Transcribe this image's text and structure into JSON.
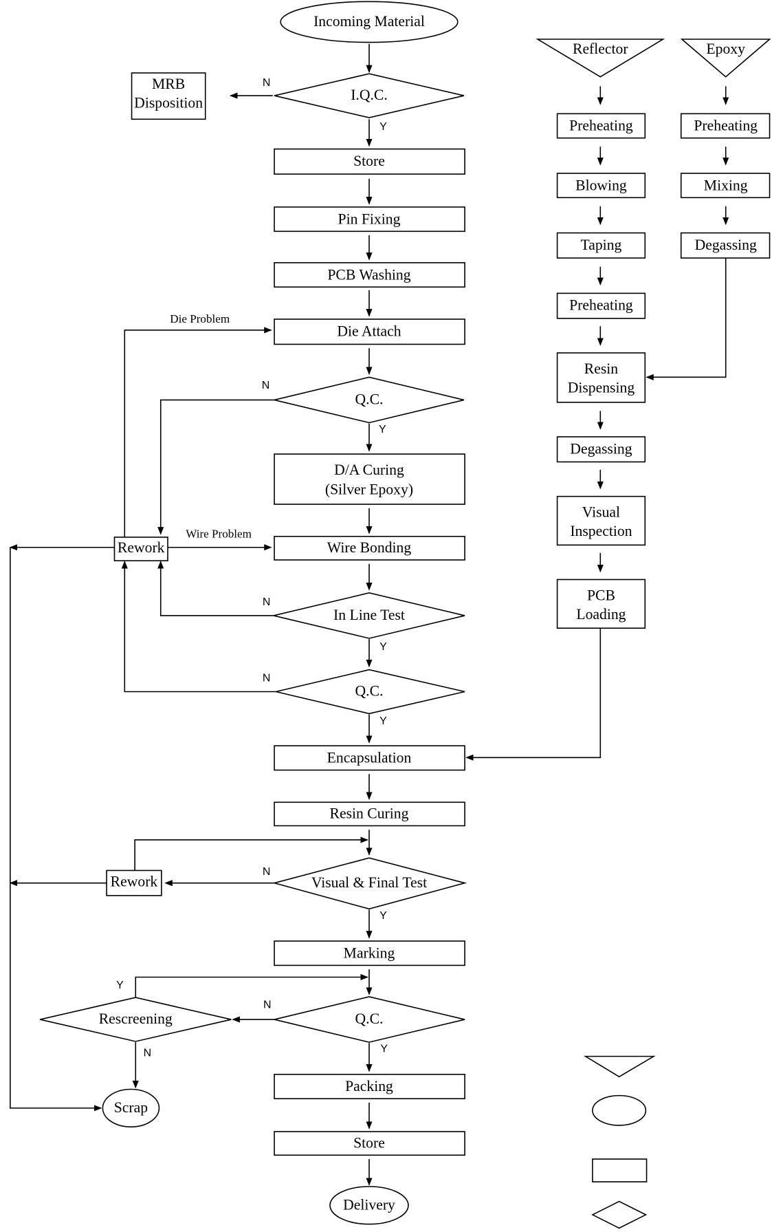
{
  "main": {
    "incoming": "Incoming Material",
    "iqc": "I.Q.C.",
    "mrb_1": "MRB",
    "mrb_2": "Disposition",
    "store_1": "Store",
    "pin_fixing": "Pin Fixing",
    "pcb_washing": "PCB Washing",
    "die_attach": "Die Attach",
    "qc_1": "Q.C.",
    "da_curing_1": "D/A Curing",
    "da_curing_2": "(Silver Epoxy)",
    "wire_bonding": "Wire Bonding",
    "rework_1": "Rework",
    "in_line_test": "In Line Test",
    "qc_2": "Q.C.",
    "encapsulation": "Encapsulation",
    "resin_curing": "Resin Curing",
    "visual_final_test": "Visual & Final Test",
    "rework_2": "Rework",
    "marking": "Marking",
    "qc_3": "Q.C.",
    "rescreening": "Rescreening",
    "scrap": "Scrap",
    "packing": "Packing",
    "store_2": "Store",
    "delivery": "Delivery"
  },
  "labels": {
    "yes": "Y",
    "no": "N",
    "die_problem": "Die Problem",
    "wire_problem": "Wire Problem"
  },
  "reflector": {
    "title": "Reflector",
    "steps": [
      "Preheating",
      "Blowing",
      "Taping",
      "Preheating",
      "Resin",
      "Dispensing",
      "Degassing",
      "Visual",
      "Inspection",
      "PCB",
      "Loading"
    ]
  },
  "epoxy": {
    "title": "Epoxy",
    "steps": [
      "Preheating",
      "Mixing",
      "Degassing"
    ]
  },
  "legend": {
    "shapes": [
      "triangle",
      "ellipse",
      "rectangle",
      "diamond"
    ]
  }
}
